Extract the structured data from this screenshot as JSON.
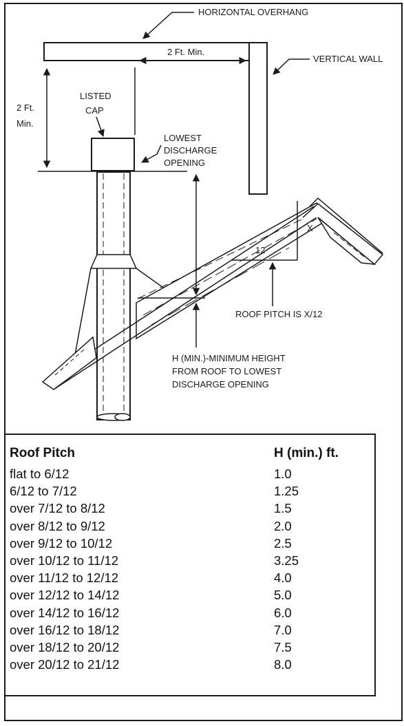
{
  "diagram": {
    "horizontal_overhang": "HORIZONTAL OVERHANG",
    "vertical_wall": "VERTICAL WALL",
    "clearance_vertical_line1": "2 Ft.",
    "clearance_vertical_line2": "Min.",
    "clearance_horizontal": "2 Ft. Min.",
    "listed_cap_line1": "LISTED",
    "listed_cap_line2": "CAP",
    "lowest_line1": "LOWEST",
    "lowest_line2": "DISCHARGE",
    "lowest_line3": "OPENING",
    "pitch_rise": "X",
    "pitch_run": "12",
    "roof_pitch_label": "ROOF PITCH IS X/12",
    "h_min_line1": "H (MIN.)-MINIMUM HEIGHT",
    "h_min_line2": "FROM ROOF TO LOWEST",
    "h_min_line3": "DISCHARGE OPENING"
  },
  "table": {
    "header_pitch": "Roof Pitch",
    "header_h": "H (min.) ft.",
    "rows": [
      {
        "pitch": "flat to 6/12",
        "h": "1.0"
      },
      {
        "pitch": "6/12 to 7/12",
        "h": "1.25"
      },
      {
        "pitch": "over 7/12 to 8/12",
        "h": "1.5"
      },
      {
        "pitch": "over 8/12 to 9/12",
        "h": "2.0"
      },
      {
        "pitch": "over 9/12 to 10/12",
        "h": "2.5"
      },
      {
        "pitch": "over 10/12 to 11/12",
        "h": "3.25"
      },
      {
        "pitch": "over 11/12 to 12/12",
        "h": "4.0"
      },
      {
        "pitch": "over 12/12 to 14/12",
        "h": "5.0"
      },
      {
        "pitch": "over 14/12 to 16/12",
        "h": "6.0"
      },
      {
        "pitch": "over 16/12 to 18/12",
        "h": "7.0"
      },
      {
        "pitch": "over 18/12 to 20/12",
        "h": "7.5"
      },
      {
        "pitch": "over 20/12 to 21/12",
        "h": "8.0"
      }
    ]
  }
}
